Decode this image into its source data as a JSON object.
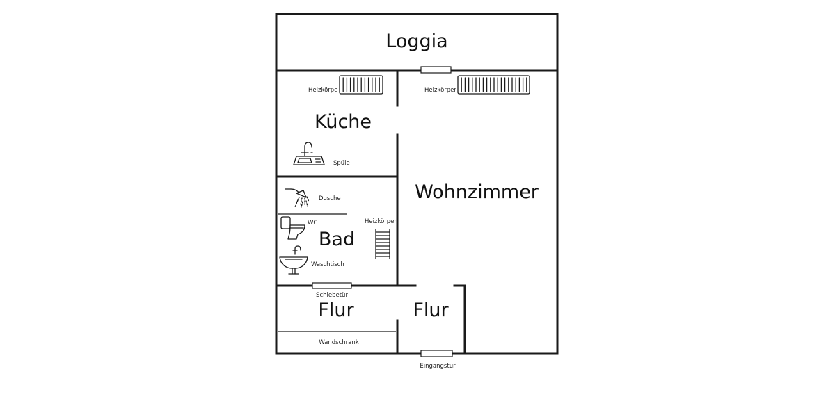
{
  "rooms": {
    "loggia": "Loggia",
    "kueche": "Küche",
    "wohnzimmer": "Wohnzimmer",
    "bad": "Bad",
    "flur_left": "Flur",
    "flur_right": "Flur"
  },
  "fixtures": {
    "heizkoerper_kueche": "Heizkörpe",
    "heizkoerper_wohnzimmer": "Heizkörper",
    "heizkoerper_bad": "Heizkörper",
    "spuele": "Spüle",
    "dusche": "Dusche",
    "wc": "WC",
    "waschtisch": "Waschtisch",
    "schiebetuer": "Schiebetür",
    "wandschrank": "Wandschrank",
    "eingangstuer": "Eingangstür"
  },
  "icons": {
    "radiator": "radiator-icon",
    "sink": "kitchen-sink-icon",
    "shower": "shower-icon",
    "toilet": "toilet-icon",
    "basin": "washbasin-icon",
    "towel_radiator": "towel-radiator-icon"
  }
}
